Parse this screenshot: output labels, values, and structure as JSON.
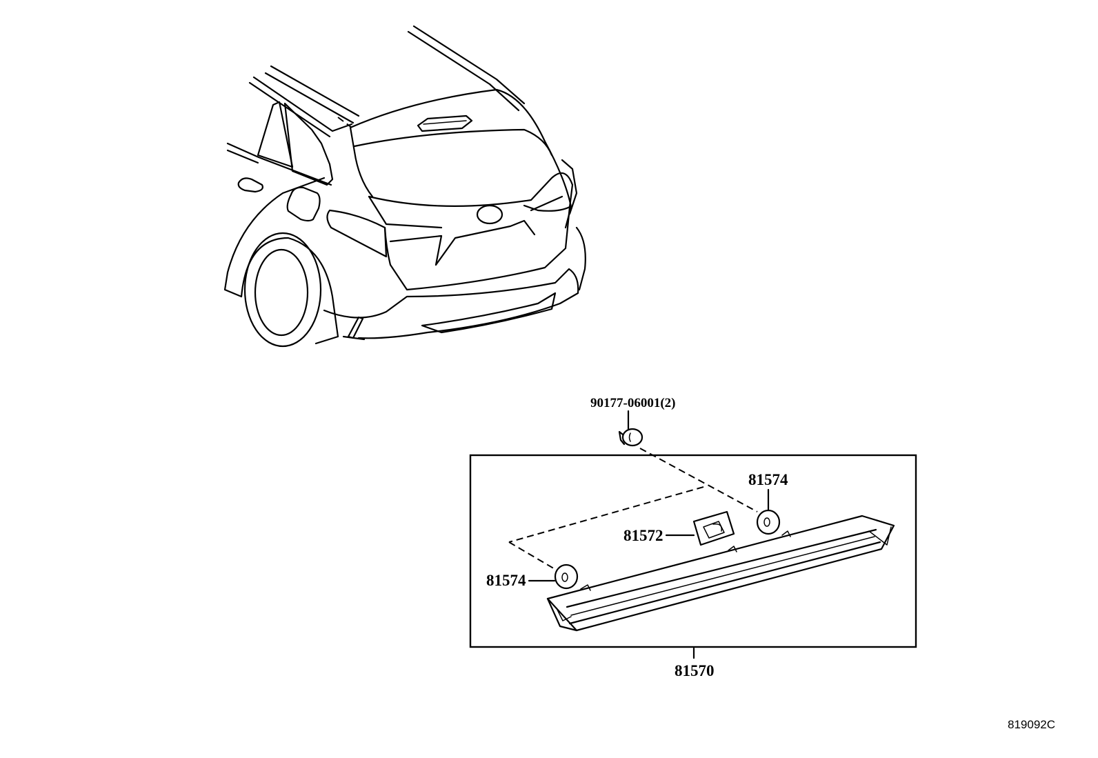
{
  "parts": {
    "bolt": "90177-06001(2)",
    "grommet_upper": "81574",
    "gasket": "81572",
    "grommet_lower": "81574",
    "lamp_assembly": "81570"
  },
  "drawing_id": "819092C"
}
